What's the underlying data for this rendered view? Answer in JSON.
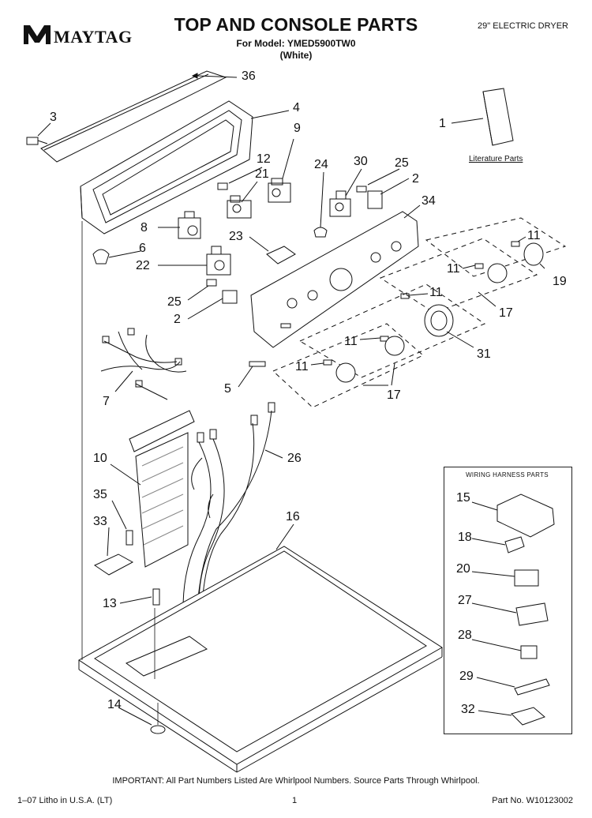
{
  "header": {
    "brand": "MAYTAG",
    "title": "TOP AND CONSOLE PARTS",
    "model": "For Model: YMED5900TW0",
    "variant": "(White)",
    "product": "29\" ELECTRIC DRYER"
  },
  "literature_label": "Literature Parts",
  "harness_title": "WIRING HARNESS PARTS",
  "callouts": {
    "c36": "36",
    "c3": "3",
    "c4": "4",
    "c9": "9",
    "c1": "1",
    "c12": "12",
    "c21": "21",
    "c24": "24",
    "c30": "30",
    "c25a": "25",
    "c2a": "2",
    "c34": "34",
    "c8": "8",
    "c23": "23",
    "c6": "6",
    "c22": "22",
    "c11a": "11",
    "c11b": "11",
    "c19": "19",
    "c11c": "11",
    "c17a": "17",
    "c25b": "25",
    "c2b": "2",
    "c31": "31",
    "c11d": "11",
    "c11e": "11",
    "c5": "5",
    "c17b": "17",
    "c7": "7",
    "c10": "10",
    "c26": "26",
    "c35": "35",
    "c33": "33",
    "c16": "16",
    "c13": "13",
    "c14": "14",
    "h15": "15",
    "h18": "18",
    "h20": "20",
    "h27": "27",
    "h28": "28",
    "h29": "29",
    "h32": "32"
  },
  "footer": {
    "note": "IMPORTANT: All Part Numbers Listed Are Whirlpool Numbers. Source Parts Through Whirlpool.",
    "litho": "1–07 Litho in U.S.A. (LT)",
    "page": "1",
    "part_no": "Part No. W10123002"
  }
}
